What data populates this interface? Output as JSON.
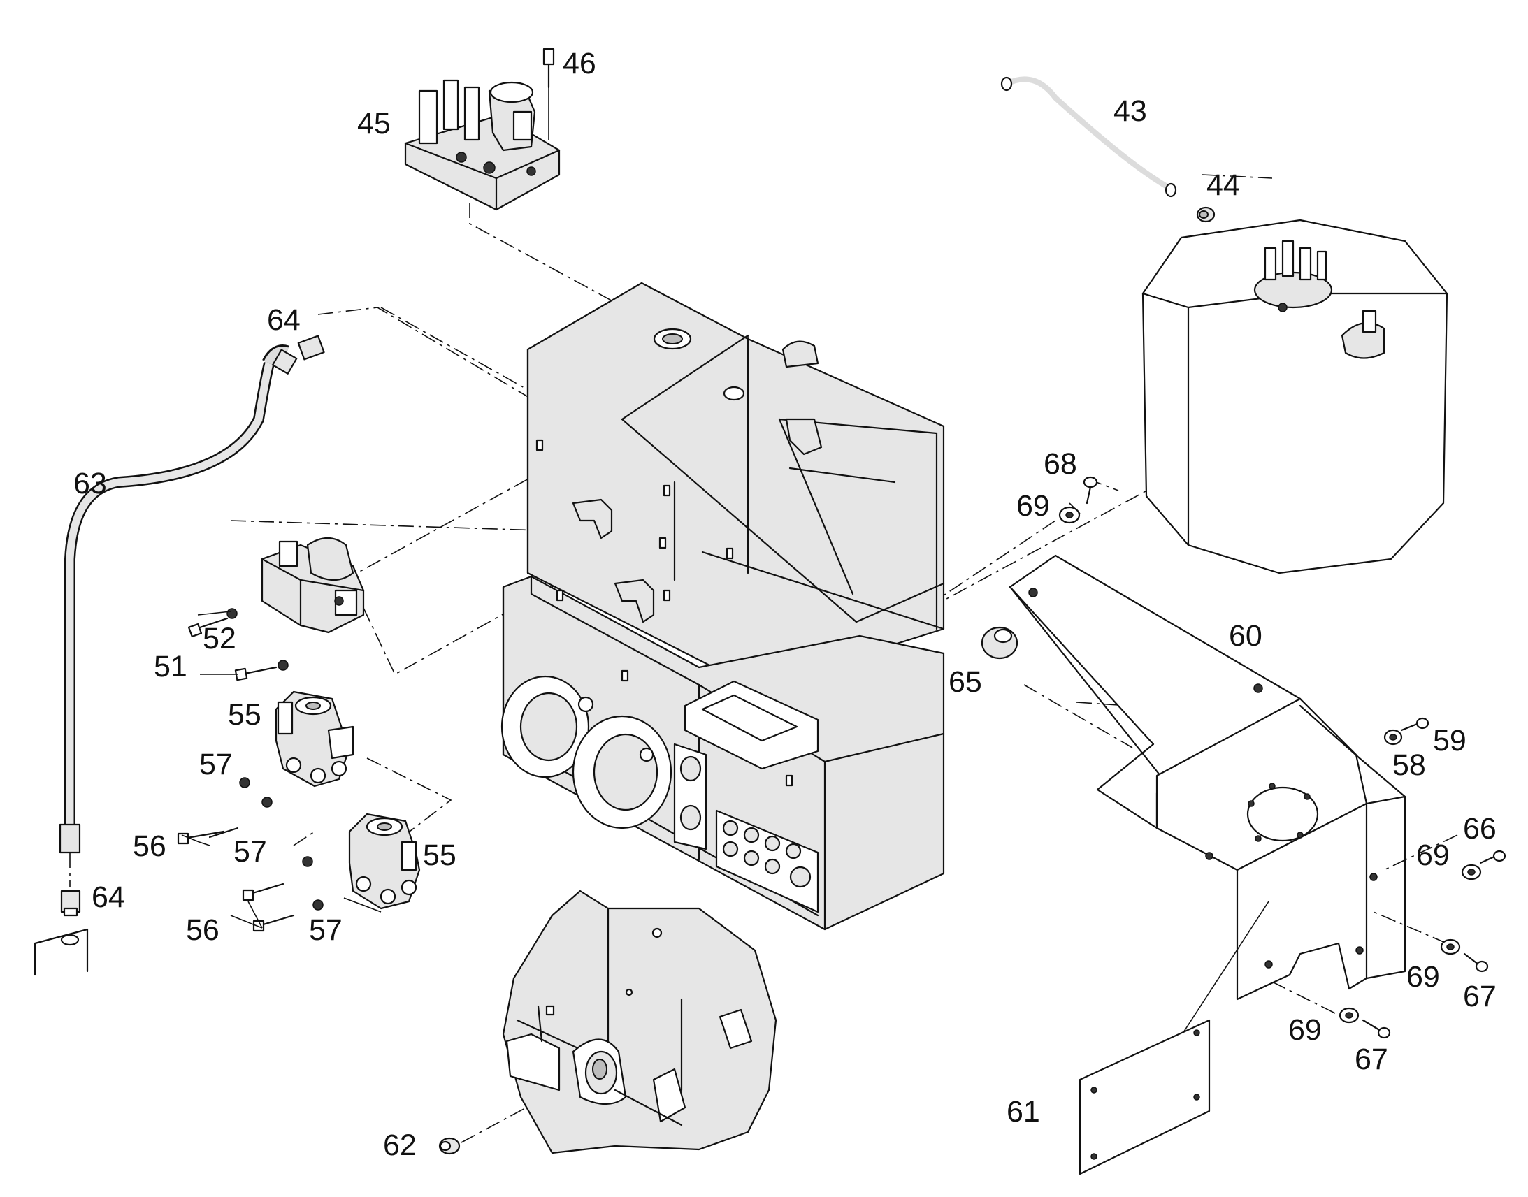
{
  "callouts": {
    "c43": "43",
    "c44": "44",
    "c45": "45",
    "c46": "46",
    "c51": "51",
    "c52": "52",
    "c55a": "55",
    "c55b": "55",
    "c56a": "56",
    "c56b": "56",
    "c57a": "57",
    "c57b": "57",
    "c57c": "57",
    "c58": "58",
    "c59": "59",
    "c60": "60",
    "c61": "61",
    "c62": "62",
    "c63": "63",
    "c64a": "64",
    "c64b": "64",
    "c65": "65",
    "c66": "66",
    "c67a": "67",
    "c67b": "67",
    "c68": "68",
    "c69a": "69",
    "c69b": "69",
    "c69c": "69",
    "c69d": "69"
  },
  "colors": {
    "line": "#111111",
    "part_fill": "#dcdcdc",
    "background": "#ffffff"
  }
}
